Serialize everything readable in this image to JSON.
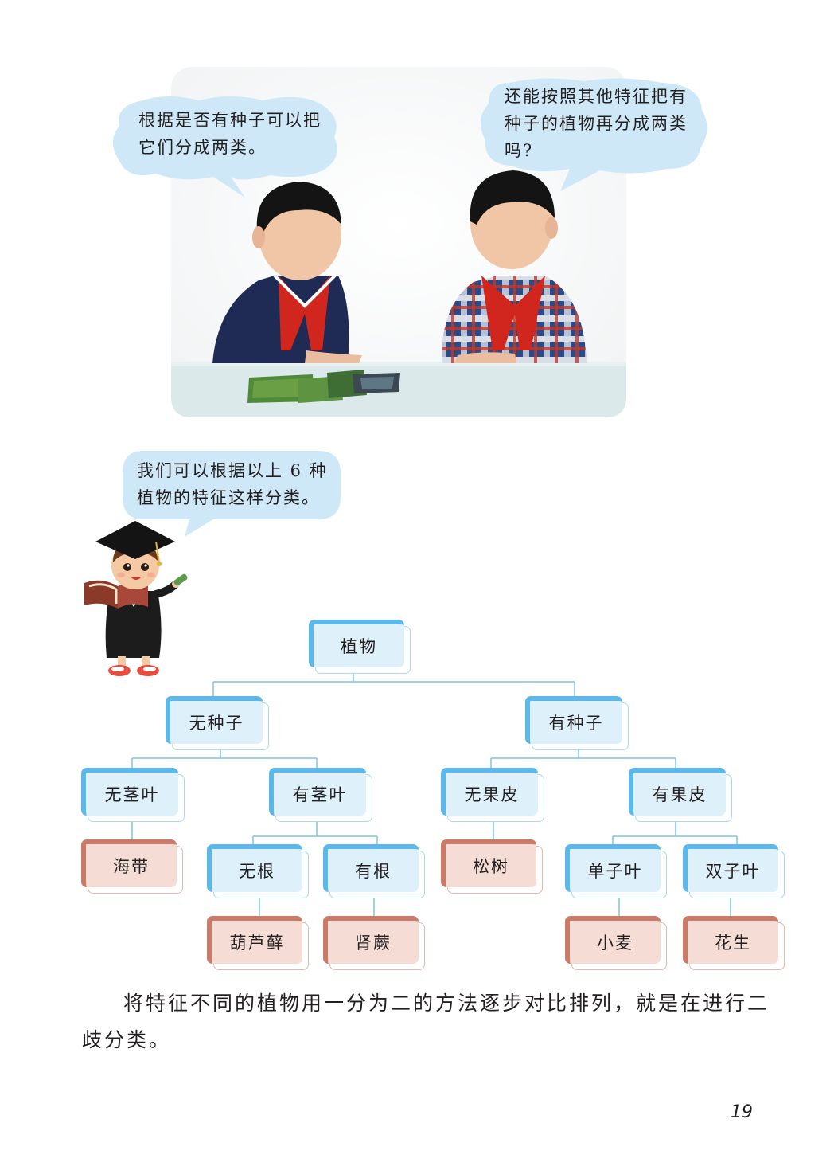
{
  "bubbles": {
    "left_boy": "根据是否有种子可以把它们分成两类。",
    "right_boy": "还能按照其他特征把有种子的植物再分成两类吗?",
    "teacher": "我们可以根据以上 6 种植物的特征这样分类。"
  },
  "tree": {
    "root": "植物",
    "no_seed": "无种子",
    "has_seed": "有种子",
    "no_stem_leaf": "无茎叶",
    "has_stem_leaf": "有茎叶",
    "no_pericarp": "无果皮",
    "has_pericarp": "有果皮",
    "no_root": "无根",
    "has_root": "有根",
    "monocot": "单子叶",
    "dicot": "双子叶",
    "kelp": "海带",
    "moss": "葫芦藓",
    "fern": "肾蕨",
    "pine": "松树",
    "wheat": "小麦",
    "peanut": "花生"
  },
  "body_text": "将特征不同的植物用一分为二的方法逐步对比排列，就是在进行二歧分类。",
  "page_number": "19",
  "colors": {
    "bubble": "#cfe8f7",
    "node_blue": "#5cb8e9",
    "node_blue_fill": "#def0fa",
    "node_red": "#c97a68",
    "node_red_fill": "#f5ddd6",
    "line": "#7cc4ea"
  }
}
